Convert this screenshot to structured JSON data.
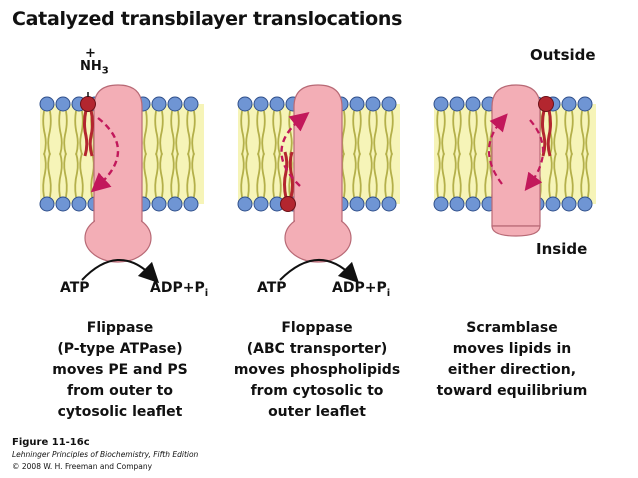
{
  "title": "Catalyzed transbilayer translocations",
  "side_labels": {
    "outside": "Outside",
    "inside": "Inside"
  },
  "charge_label": "+",
  "amine_label": "NH",
  "amine_subscript": "3",
  "panels": [
    {
      "name": "Flippase",
      "equation": {
        "left": "ATP",
        "right": "ADP+P",
        "right_subscript": "i"
      },
      "lines": [
        "Flippase",
        "(P-type ATPase)",
        "moves PE and PS",
        "from outer to",
        "cytosolic leaflet"
      ]
    },
    {
      "name": "Floppase",
      "equation": {
        "left": "ATP",
        "right": "ADP+P",
        "right_subscript": "i"
      },
      "lines": [
        "Floppase",
        "(ABC transporter)",
        "moves phospholipids",
        "from cytosolic to",
        "outer leaflet"
      ]
    },
    {
      "name": "Scramblase",
      "lines": [
        "Scramblase",
        "moves lipids in",
        "either direction,",
        "toward equilibrium"
      ]
    }
  ],
  "caption": {
    "figure": "Figure 11-16c",
    "book": "Lehninger Principles of Biochemistry, Fifth Edition",
    "copyright": "© 2008 W. H. Freeman and Company"
  },
  "colors": {
    "headgroup": "#6f95d4",
    "headgroup_stroke": "#2f4f8a",
    "lipid_tails": "#b4b04a",
    "membrane_core": "#f6f4b8",
    "protein": "#f3aeb6",
    "protein_stroke": "#b86a76",
    "translocating_lipid": "#b3262f",
    "arrow": "#c2185b"
  }
}
